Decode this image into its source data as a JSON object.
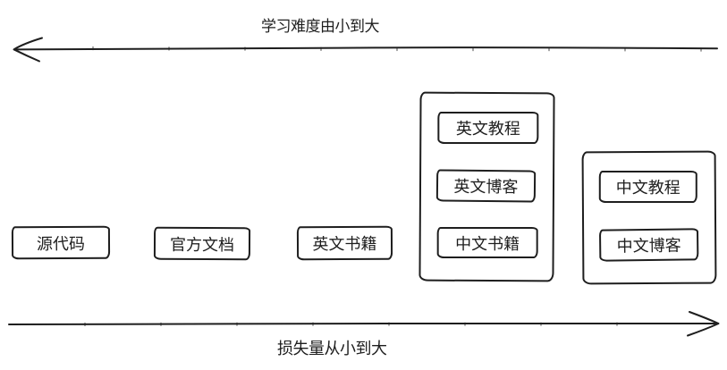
{
  "diagram": {
    "top_axis": {
      "label": "学习难度由小到大",
      "direction": "left"
    },
    "bottom_axis": {
      "label": "损失量从小到大",
      "direction": "right"
    },
    "boxes": [
      {
        "label": "源代码"
      },
      {
        "label": "官方文档"
      },
      {
        "label": "英文书籍"
      }
    ],
    "groups": [
      {
        "items": [
          {
            "label": "英文教程"
          },
          {
            "label": "英文博客"
          },
          {
            "label": "中文书籍"
          }
        ]
      },
      {
        "items": [
          {
            "label": "中文教程"
          },
          {
            "label": "中文博客"
          }
        ]
      }
    ],
    "colors": {
      "stroke": "#1e1e1e",
      "background": "#ffffff"
    }
  }
}
